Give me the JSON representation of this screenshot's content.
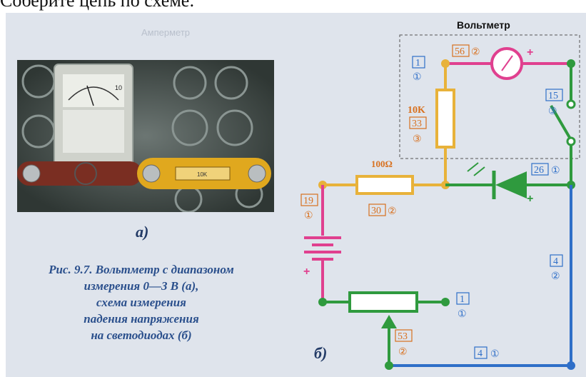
{
  "header": {
    "text": "Соберите цепь по схеме:"
  },
  "figure": {
    "label_a": "а)",
    "label_b": "б)",
    "caption_lines": [
      "Рис. 9.7. Вольтметр с диапазоном",
      "измерения 0—3 В (а),",
      "схема измерения",
      "падения напряжения",
      "на светодиодах (б)"
    ],
    "photo_meter_scale": "10",
    "photo_resistor_text": "10K"
  },
  "schematic": {
    "voltmeter_label": "Вольтметр",
    "background_label": "Амперметр",
    "resistor_10k_label": "10K",
    "resistor_100_label": "100Ω",
    "plus_sign": "+",
    "parts": {
      "p56": {
        "num": "56",
        "circ": "②"
      },
      "p1_top": {
        "num": "1",
        "circ": "①"
      },
      "p15": {
        "num": "15",
        "circ": "③"
      },
      "p33": {
        "num": "33",
        "circ": "③"
      },
      "p26": {
        "num": "26",
        "circ": "①"
      },
      "p19": {
        "num": "19",
        "circ": "①"
      },
      "p30": {
        "num": "30",
        "circ": "②"
      },
      "p4_right": {
        "num": "4",
        "circ": "②"
      },
      "p1_bottom": {
        "num": "1",
        "circ": "①"
      },
      "p53": {
        "num": "53",
        "circ": "②"
      },
      "p4_bottom": {
        "num": "4",
        "circ": "①"
      }
    }
  },
  "colors": {
    "pink": "#e0408f",
    "yellow": "#e8b23a",
    "green": "#2f9a3e",
    "blue": "#2f6fc8",
    "tag": "#d8701e",
    "caption": "#2a4f8c",
    "paper": "#dfe4ec"
  }
}
